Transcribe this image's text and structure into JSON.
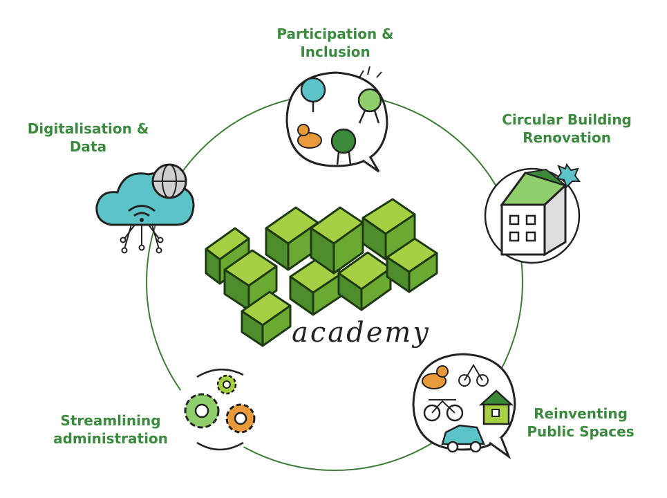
{
  "logo": {
    "script_word": "academy"
  },
  "topics": {
    "participation": {
      "line1": "Participation &",
      "line2": "Inclusion"
    },
    "circular": {
      "line1": "Circular Building",
      "line2": "Renovation"
    },
    "digital": {
      "line1": "Digitalisation &",
      "line2": "Data"
    },
    "streamlining": {
      "line1": "Streamlining",
      "line2": "administration"
    },
    "public": {
      "line1": "Reinventing",
      "line2": "Public Spaces"
    }
  },
  "colors": {
    "label_green": "#3b8a3f",
    "ring_green": "#3d7a35",
    "lime": "#a6cf43",
    "dark_green": "#4e8d2c",
    "teal": "#5cc4c9",
    "orange": "#e89a3a"
  }
}
